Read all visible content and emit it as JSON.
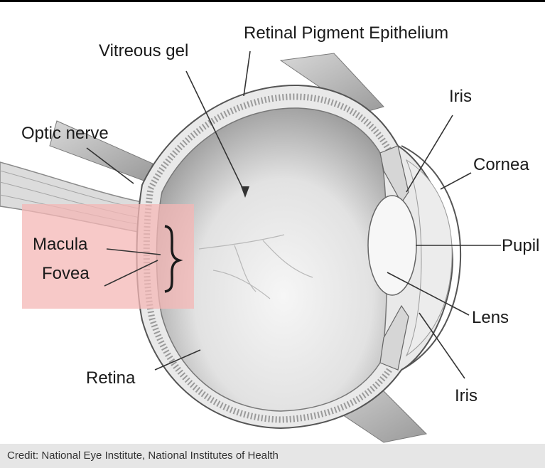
{
  "labels": {
    "retinal_pigment_epithelium": "Retinal Pigment Epithelium",
    "vitreous_gel": "Vitreous gel",
    "iris_top": "Iris",
    "optic_nerve": "Optic nerve",
    "cornea": "Cornea",
    "macula": "Macula",
    "fovea": "Fovea",
    "pupil": "Pupil",
    "lens": "Lens",
    "retina": "Retina",
    "iris_bottom": "Iris"
  },
  "credit": "Credit: National Eye Institute, National Institutes of Health",
  "colors": {
    "highlight": "#f4b7b5",
    "bracket": "#1a1a1a",
    "vitreous_light": "#f5f5f5",
    "vitreous_dark": "#8e8e8e",
    "credit_bar": "#e6e6e6"
  }
}
